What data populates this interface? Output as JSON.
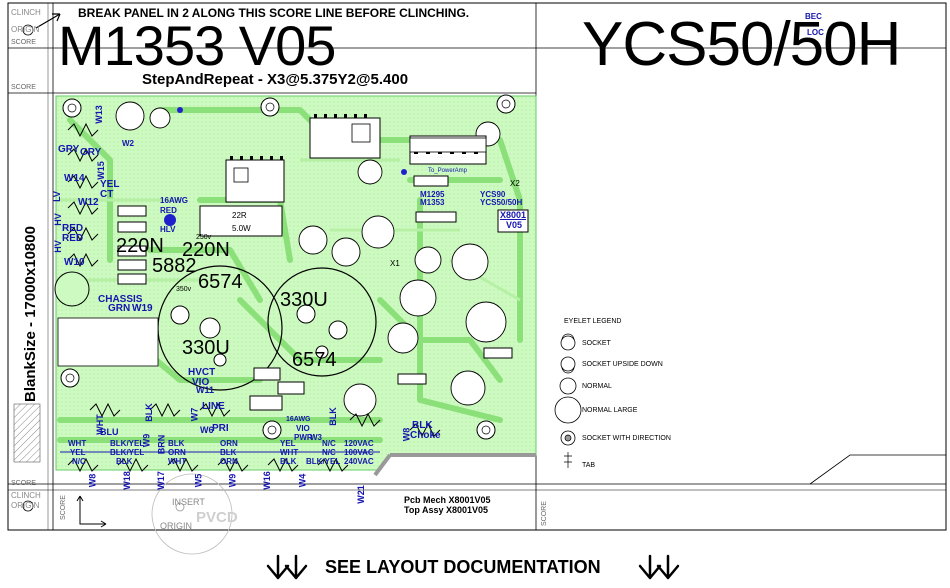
{
  "header": {
    "break_note": "BREAK PANEL IN 2 ALONG THIS SCORE LINE BEFORE CLINCHING.",
    "model": "M1353  V05",
    "product": "YCS50/50H",
    "step_repeat": "StepAndRepeat - X3@5.375Y2@5.400",
    "bec": "BEC",
    "loc": "LOC"
  },
  "margin": {
    "clinch": "CLINCH",
    "origin": "ORIGIN",
    "score": "SCORE",
    "blank_size": "BlankSize - 17000x10800",
    "insert": "INSERT",
    "insert_origin": "ORIGIN",
    "pvcd": "PVCD"
  },
  "footer": {
    "pcb_mech": "Pcb Mech  X8001V05",
    "top_assy": "Top Assy  X8001V05",
    "see_layout": "SEE LAYOUT DOCUMENTATION"
  },
  "board": {
    "wires_left": [
      "GRY",
      "GRY",
      "W13",
      "W15",
      "YEL",
      "CT",
      "W14",
      "W12",
      "LV",
      "HV",
      "RED",
      "RED",
      "W10",
      "HV",
      "W11",
      "W19"
    ],
    "labels": {
      "chassis": "CHASSIS",
      "grn": "GRN",
      "hvct": "HVCT",
      "vio": "VIO",
      "line": "LINE",
      "pri": "PRI",
      "blk_choke": "BLK",
      "choke": "Choke",
      "to_power_amp": "To_PowerAmp",
      "m1295": "M1295",
      "m1353": "M1353",
      "ycs90": "YCS90",
      "ycs5050h": "YCS50/50H",
      "x8001": "X8001",
      "v05": "V05",
      "awg16_left": "16AWG",
      "red_w1": "RED",
      "hlv": "HLV",
      "awg16_mid": "16AWG",
      "vio_pwr": "VIO",
      "pwr": "PWR",
      "blk_w3": "BLK",
      "cap_330u_a": "330U",
      "cap_330u_b": "330U",
      "res_6574_a": "6574",
      "res_6574_b": "6574",
      "res_220n_a": "220N",
      "res_220n_b": "220N",
      "res_5882": "5882",
      "mod_x1": "X1",
      "mod_x2": "X2",
      "r_22r": "22R",
      "r_5w": "5.0W",
      "v250": "250v",
      "v350": "350v"
    },
    "bottom_rows": {
      "row1": [
        "WHT",
        "BLK/YEL",
        "BLK",
        "ORN",
        "YEL",
        "N/C",
        "120VAC"
      ],
      "row2": [
        "YEL",
        "BLK/YEL",
        "ORN",
        "BLK",
        "WHT",
        "N/C",
        "100VAC"
      ],
      "row3": [
        "N/C",
        "BLK",
        "WHT",
        "ORN",
        "BLK",
        "BLK/YEL",
        "240VAC"
      ],
      "wires": [
        "W8",
        "W18",
        "W17",
        "W5",
        "W9",
        "W16",
        "W4",
        "W21"
      ],
      "top_wires": [
        "WHT",
        "BLU",
        "BRN",
        "BLK",
        "W9",
        "W7",
        "W6",
        "W3",
        "W8",
        "W2"
      ]
    }
  },
  "legend": {
    "title": "EYELET LEGEND",
    "items": [
      "SOCKET",
      "SOCKET UPSIDE DOWN",
      "NORMAL",
      "NORMAL LARGE",
      "SOCKET WITH DIRECTION",
      "TAB"
    ]
  }
}
